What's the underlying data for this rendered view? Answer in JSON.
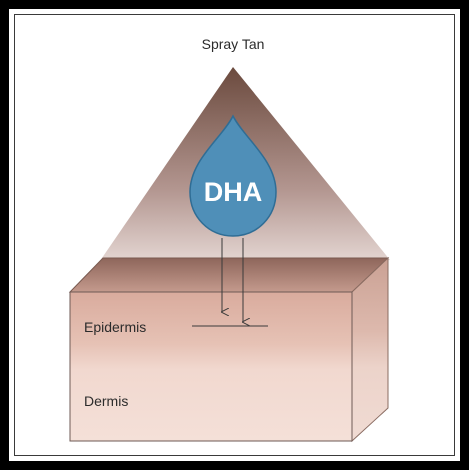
{
  "diagram": {
    "title": "Spray Tan",
    "drop_label": "DHA",
    "layers": {
      "epidermis": "Epidermis",
      "dermis": "Dermis"
    }
  },
  "colors": {
    "cone_top": "#6b4a3e",
    "cone_bottom": "#f7efec",
    "drop": "#4f8fb8",
    "drop_outline": "#2f6d95",
    "block_top": "#a97f73",
    "epidermis": "#e4bdb0",
    "dermis": "#f2dbd2",
    "side_epidermis": "#d7ada0",
    "side_dermis": "#e8cdc3"
  }
}
